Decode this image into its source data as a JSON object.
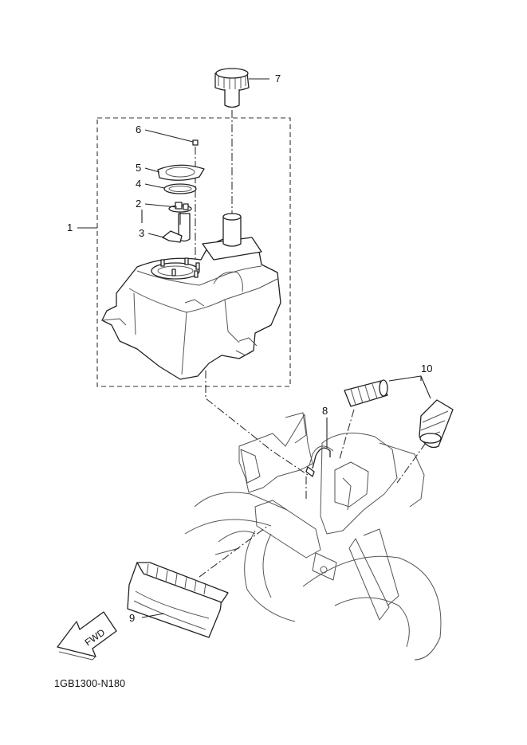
{
  "callouts": {
    "c1": "1",
    "c2": "2",
    "c3": "3",
    "c4": "4",
    "c5": "5",
    "c6": "6",
    "c7": "7",
    "c8": "8",
    "c9": "9",
    "c10": "10"
  },
  "arrow_label": "FWD",
  "diagram_code": "1GB1300-N180"
}
